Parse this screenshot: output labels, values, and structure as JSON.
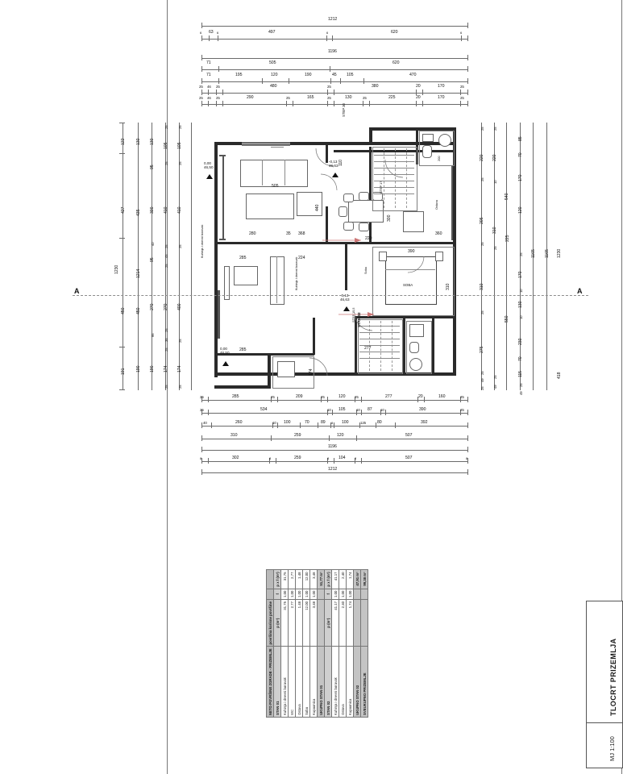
{
  "drawing": {
    "title": "TLOCRT PRIZEMLJA",
    "scale": "MJ 1:100",
    "section_label_left": "A",
    "section_label_right": "A",
    "elevations": [
      {
        "value": "0,00",
        "sub": "46,50"
      },
      {
        "value": "0,00",
        "sub": "46,50"
      },
      {
        "value": "-0,13",
        "sub": "46,63"
      },
      {
        "value": "-0,13",
        "sub": "46,63"
      }
    ],
    "stair_labels": [
      "STEP 30",
      "STEP 17",
      "STEP 15,5",
      "STEP 17"
    ]
  },
  "dim_top": {
    "chain1": [
      "1212"
    ],
    "chain2": [
      "6",
      "63",
      "6",
      "497",
      "6",
      "620",
      "6"
    ],
    "chain3": [
      "1196"
    ],
    "chain4": [
      "71",
      "505",
      "620"
    ],
    "chain5": [
      "71",
      "195",
      "120",
      "190",
      "45",
      "105",
      "470"
    ],
    "chain6": [
      "25",
      "46",
      "25",
      "480",
      "25",
      "380",
      "20",
      "170",
      "25"
    ],
    "chain7": [
      "25",
      "46",
      "25",
      "290",
      "25",
      "165",
      "25",
      "130",
      "25",
      "225",
      "20",
      "170",
      "25"
    ]
  },
  "dim_bottom": {
    "chain1": [
      "25",
      "285",
      "25",
      "209",
      "25",
      "120",
      "25",
      "277",
      "20",
      "160",
      "25"
    ],
    "chain2": [
      "25",
      "534",
      "10",
      "105",
      "10",
      "87",
      "10",
      "390",
      "25"
    ],
    "chain3": [
      "40",
      "260",
      "10",
      "100",
      "70",
      "89",
      "8",
      "100",
      "125",
      "80",
      "392"
    ],
    "chain4": [
      "310",
      "259",
      "120",
      "507"
    ],
    "chain5": [
      "1196"
    ],
    "chain6": [
      "8",
      "302",
      "8",
      "259",
      "8",
      "104",
      "8",
      "507",
      "8"
    ],
    "chain7": [
      "1212"
    ]
  },
  "dim_left": {
    "chain_a": [
      "122",
      "427",
      "1230",
      "450",
      "191"
    ],
    "chain_b": [
      "130",
      "435",
      "1214",
      "450",
      "190"
    ],
    "chain_c": [
      "130",
      "95",
      "300",
      "40",
      "95",
      "270",
      "95",
      "190"
    ],
    "chain_d": [
      "25",
      "105",
      "25",
      "410",
      "25",
      "45",
      "25",
      "270",
      "25",
      "35",
      "25",
      "174",
      "25"
    ],
    "chain_e": [
      "25",
      "105",
      "25",
      "410",
      "25",
      "400",
      "25",
      "174",
      "25"
    ]
  },
  "dim_right": {
    "chain_a": [
      "25",
      "220",
      "25",
      "205",
      "25",
      "310",
      "25",
      "275",
      "25",
      "49",
      "25"
    ],
    "chain_b": [
      "25",
      "220",
      "10",
      "310",
      "25",
      "25",
      "49"
    ],
    "chain_c": [
      "85",
      "70",
      "170",
      "120",
      "225",
      "25",
      "170",
      "10",
      "130",
      "10",
      "230",
      "70",
      "115",
      "25",
      "49"
    ],
    "chain_d": [
      "540",
      "550"
    ],
    "chain_e": [
      "1165",
      "1165"
    ],
    "chain_f": [
      "1230",
      "418"
    ]
  },
  "rooms": [
    {
      "name": "Kuhinja i dnevni boravak",
      "area": "31,75"
    },
    {
      "name": "WC",
      "area": "2,77"
    },
    {
      "name": "Ostava",
      "area": "1,48"
    },
    {
      "name": "Soba",
      "area": "12,00"
    },
    {
      "name": "Kupaonica",
      "area": "3,48"
    }
  ],
  "area_table": {
    "title": "NETO POVRŠINE ZGRADE - PRIZEMLJE",
    "col_headers": [
      "",
      "p (m²)",
      "f",
      "p x f (m²)"
    ],
    "sections": [
      {
        "label": "STAN 01",
        "subhdr": "površina korisne površine",
        "rows": [
          {
            "name": "Kuhinja i dnevni boravak",
            "p": "31,75",
            "f": "1,00",
            "pf": "31,75"
          },
          {
            "name": "WC",
            "p": "2,77",
            "f": "1,00",
            "pf": "2,77"
          },
          {
            "name": "Ostava",
            "p": "1,48",
            "f": "1,00",
            "pf": "1,48"
          },
          {
            "name": "Soba",
            "p": "12,00",
            "f": "1,00",
            "pf": "12,00"
          },
          {
            "name": "Kupaonica",
            "p": "3,48",
            "f": "1,00",
            "pf": "3,48"
          }
        ],
        "total_label": "UKUPNO STAN 01",
        "total_value": "51,77 m²"
      },
      {
        "label": "STAN 02",
        "rows": [
          {
            "name": "Kuhinja i dnevni boravak",
            "p": "41,17",
            "f": "1,00",
            "pf": "41,17"
          },
          {
            "name": "Ostava",
            "p": "2,40",
            "f": "1,00",
            "pf": "2,40"
          },
          {
            "name": "Kupaonica",
            "p": "1,74",
            "f": "1,00",
            "pf": "1,74"
          }
        ],
        "total_label": "UKUPNO STAN 02",
        "total_value": "47,91 m²"
      }
    ],
    "grand_total_label": "SVEUKUPNO PRIZEMLJE",
    "grand_total_value": "99,38 m²"
  },
  "plan_notes": {
    "living1": "505",
    "living2": "440",
    "dining": "300",
    "n280": "280",
    "n35": "35",
    "n368": "368",
    "n360": "360",
    "n224": "224",
    "n285": "285",
    "n310": "310",
    "n390": "390",
    "n277": "277",
    "n220": "220",
    "n170": "170",
    "n110": "110",
    "bed_label": "SOBA",
    "stan_label_1": "STAN 02",
    "stan_label_2": "STAN 01"
  }
}
